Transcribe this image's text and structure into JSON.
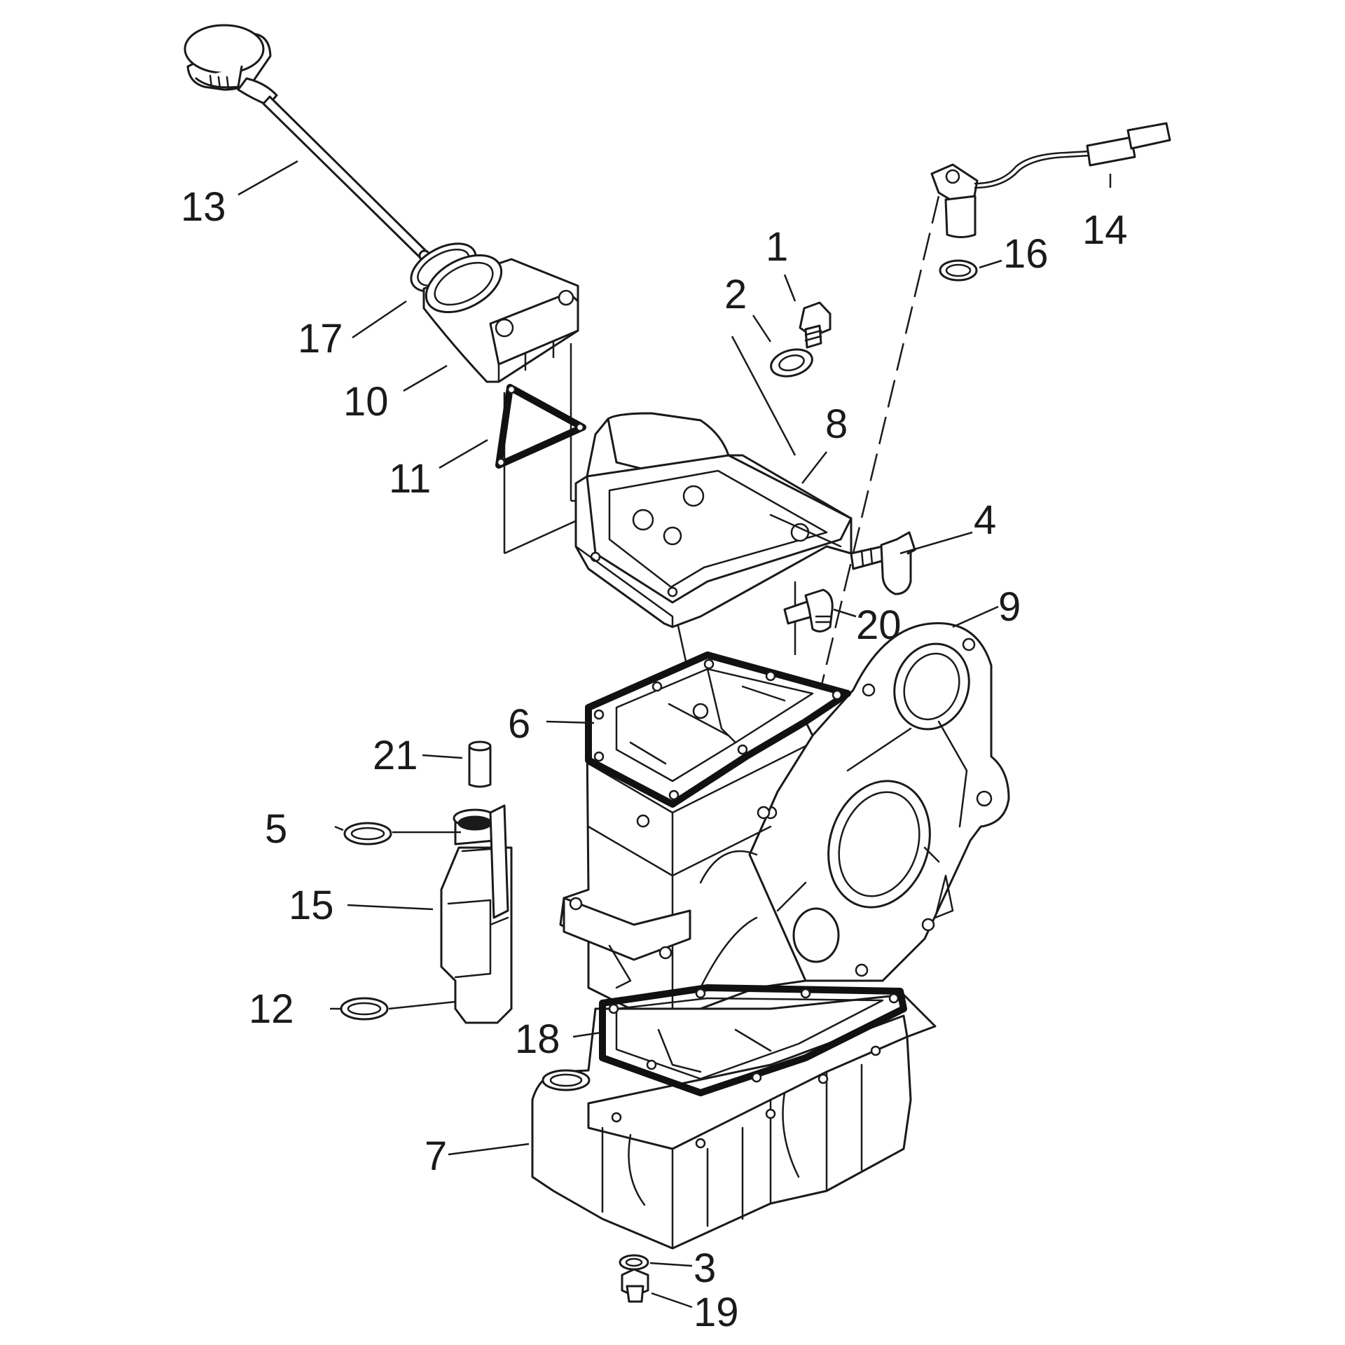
{
  "diagram": {
    "type": "exploded parts diagram",
    "part_numbers": [
      "1",
      "2",
      "3",
      "4",
      "5",
      "6",
      "7",
      "8",
      "9",
      "10",
      "11",
      "12",
      "13",
      "14",
      "15",
      "16",
      "17",
      "18",
      "19",
      "20",
      "21"
    ],
    "colors": {
      "ink": "#1a1a1a",
      "background": "#ffffff"
    },
    "callouts": {
      "c1": "1",
      "c2": "2",
      "c3": "3",
      "c4": "4",
      "c5": "5",
      "c6": "6",
      "c7": "7",
      "c8": "8",
      "c9": "9",
      "c10": "10",
      "c11": "11",
      "c12": "12",
      "c13": "13",
      "c14": "14",
      "c15": "15",
      "c16": "16",
      "c17": "17",
      "c18": "18",
      "c19": "19",
      "c20": "20",
      "c21": "21"
    }
  }
}
